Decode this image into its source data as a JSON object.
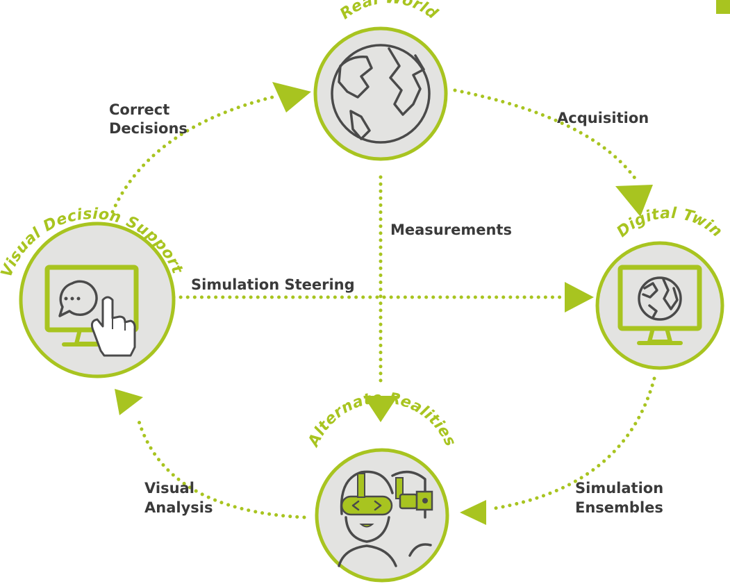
{
  "colors": {
    "accent": "#a8c420",
    "circle_fill": "#e3e3e1",
    "icon_dark": "#4a4a4a",
    "text": "#3a3a3a"
  },
  "nodes": {
    "real_world": {
      "title": "Real World",
      "icon": "globe-icon"
    },
    "digital_twin": {
      "title": "Digital Twin",
      "icon": "monitor-globe-icon"
    },
    "alternate_realities": {
      "title": "Alternate Realities",
      "icon": "vr-headset-people-icon"
    },
    "visual_decision_support": {
      "title": "Visual Decision Support",
      "icon": "monitor-touch-chat-icon"
    }
  },
  "edges": {
    "acquisition": {
      "line1": "Acquisition",
      "line2": ""
    },
    "correct_decisions": {
      "line1": "Correct",
      "line2": "Decisions"
    },
    "measurements": {
      "line1": "Measurements",
      "line2": ""
    },
    "simulation_steering": {
      "line1": "Simulation Steering",
      "line2": ""
    },
    "simulation_ensembles": {
      "line1": "Simulation",
      "line2": "Ensembles"
    },
    "visual_analysis": {
      "line1": "Visual",
      "line2": "Analysis"
    }
  }
}
